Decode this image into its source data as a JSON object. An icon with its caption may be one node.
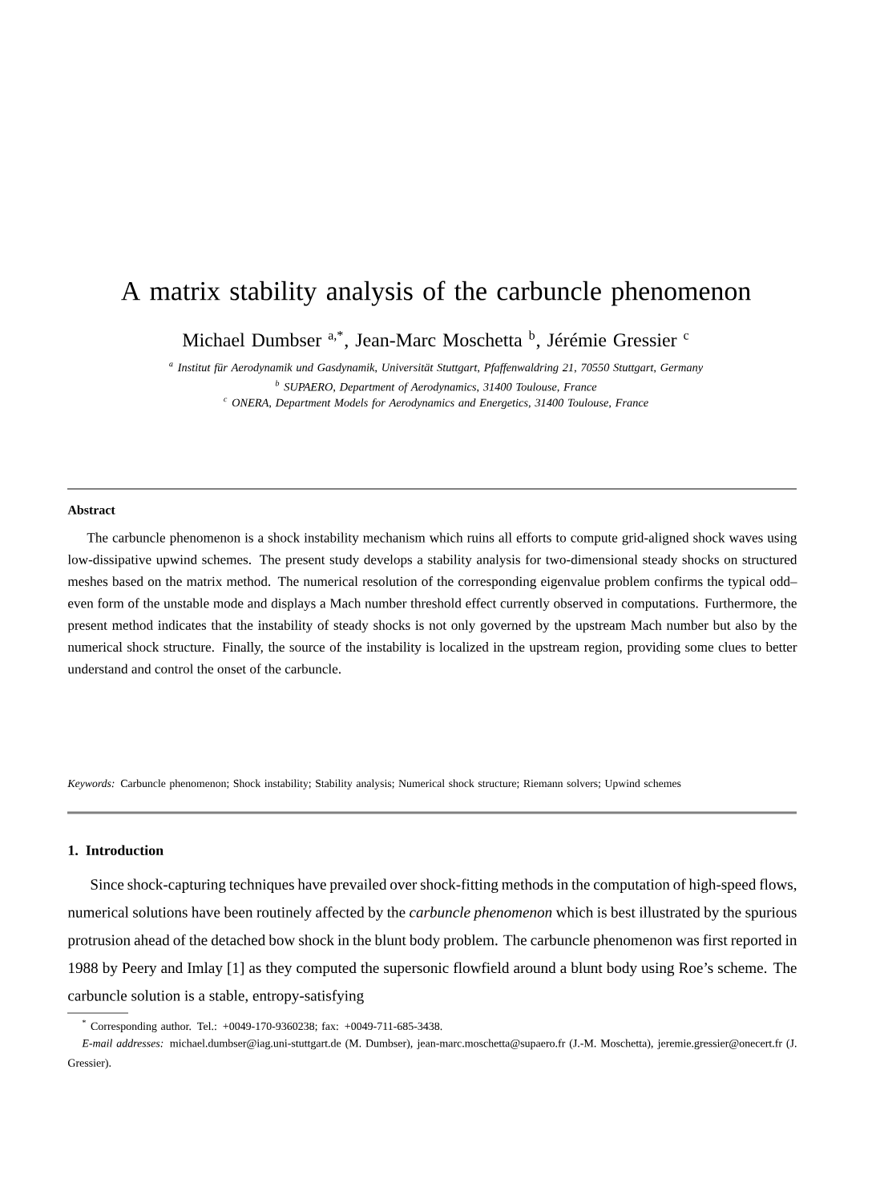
{
  "diagram": {
    "title": "A matrix stability analysis of the carbuncle phenomenon",
    "labels": [
      "Michael Dumbser $^{a,*}$, Jean-Marc Moschetta $^{b}$, Jérémie Gressier $^{c}$",
      "$^{a}$ Institut für Aerodynamik und Gasdynamik, Universität Stuttgart, Pfaffenwaldring 21, 70550 Stuttgart, Germany",
      "$^{b}$ SUPAERO, Department of Aerodynamics, 31400 Toulouse, France",
      "$^{c}$ ONERA, Department Models for Aerodynamics and Energetics, 31400 Toulouse, France",
      "Abstract",
      "The carbuncle phenomenon is a shock instability mechanism which ruins all efforts to compute grid-aligned shock waves using low-dissipative upwind schemes. The present study develops a stability analysis for two-dimensional steady shocks on structured meshes based on the matrix method. The numerical resolution of the corresponding eigenvalue problem confirms the typical odd–even form of the unstable mode and displays a Mach number threshold effect currently observed in computations. Furthermore, the present method indicates that the instability of steady shocks is not only governed by the upstream Mach number but also by the numerical shock structure. Finally, the source of the instability is localized in the upstream region, providing some clues to better understand and control the onset of the carbuncle.",
      "*Keywords:* Carbuncle phenomenon; Shock instability; Stability analysis; Numerical shock structure; Riemann solvers; Upwind schemes",
      "1. Introduction",
      "Since shock-capturing techniques have prevailed over shock-fitting methods in the computation of high-speed flows, numerical solutions have been routinely affected by the *carbuncle phenomenon* which is best illustrated by the spurious protrusion ahead of the detached bow shock in the blunt body problem. The carbuncle phenomenon was first reported in 1988 by Peery and Imlay [1] as they computed the supersonic flowfield around a blunt body using Roe’s scheme. The carbuncle solution is a stable, entropy-satisfying",
      "$^{*}$ Corresponding author. Tel.: +0049-170-9360238; fax: +0049-711-685-3438.",
      "*E-mail addresses:* michael.dumbser@iag.uni-stuttgart.de (M. Dumbser), jean-marc.moschetta@supaero.fr (J.-M. Moschetta), jeremie.gressier@onecert.fr (J. Gressier)."
    ]
  }
}
